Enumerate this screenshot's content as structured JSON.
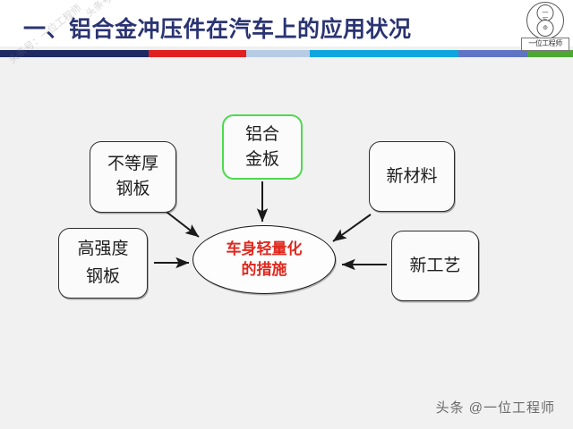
{
  "slide": {
    "background_color": "#f1f1f1",
    "title": "一、铝合金冲压件在汽车上的应用状况",
    "title_color": "#2b3472",
    "rule_segments": [
      {
        "name": "navy",
        "color": "#1f2a63",
        "width_pct": 26
      },
      {
        "name": "red",
        "color": "#e02020",
        "width_pct": 17
      },
      {
        "name": "pale-blue",
        "color": "#b6cbe4",
        "width_pct": 28
      },
      {
        "name": "cyan",
        "color": "#0fa6e0",
        "width_pct": 76
      },
      {
        "name": "slate-blue",
        "color": "#5f74c4",
        "width_pct": 49
      },
      {
        "name": "green",
        "color": "#4ca832",
        "width_pct": 44
      }
    ]
  },
  "logo": {
    "caption": "一位工程师",
    "mark_top_glyph": "一",
    "mark_mid_glyph": "互",
    "mark_bottom_glyph": "Φ"
  },
  "watermarks": {
    "diagonal_a": "头条号：一位工程师",
    "diagonal_b": "头条号：一位工程师",
    "footer": "头条 @一位工程师"
  },
  "diagram": {
    "accent_color": "#4ddb4d",
    "center_text_color": "#e0281e",
    "nodes": [
      {
        "id": "unequal",
        "lines": [
          "不等厚",
          "钢板"
        ],
        "accent": false
      },
      {
        "id": "alu",
        "lines": [
          "铝合",
          "金板"
        ],
        "accent": true
      },
      {
        "id": "newmat",
        "lines": [
          "新材料"
        ],
        "accent": false
      },
      {
        "id": "highstr",
        "lines": [
          "高强度",
          "钢板"
        ],
        "accent": false
      },
      {
        "id": "newproc",
        "lines": [
          "新工艺"
        ],
        "accent": false
      }
    ],
    "center": {
      "id": "center",
      "lines": [
        "车身轻量化",
        "的措施"
      ]
    },
    "arrows": [
      {
        "name": "unequal-to-center",
        "from": "不等厚钢板",
        "to": "车身轻量化的措施",
        "direction": "down-right"
      },
      {
        "name": "alu-to-center",
        "from": "铝合金板",
        "to": "车身轻量化的措施",
        "direction": "down"
      },
      {
        "name": "newmat-to-center",
        "from": "新材料",
        "to": "车身轻量化的措施",
        "direction": "down-left"
      },
      {
        "name": "highstr-to-center",
        "from": "高强度钢板",
        "to": "车身轻量化的措施",
        "direction": "right"
      },
      {
        "name": "newproc-to-center",
        "from": "新工艺",
        "to": "车身轻量化的措施",
        "direction": "left"
      }
    ]
  }
}
